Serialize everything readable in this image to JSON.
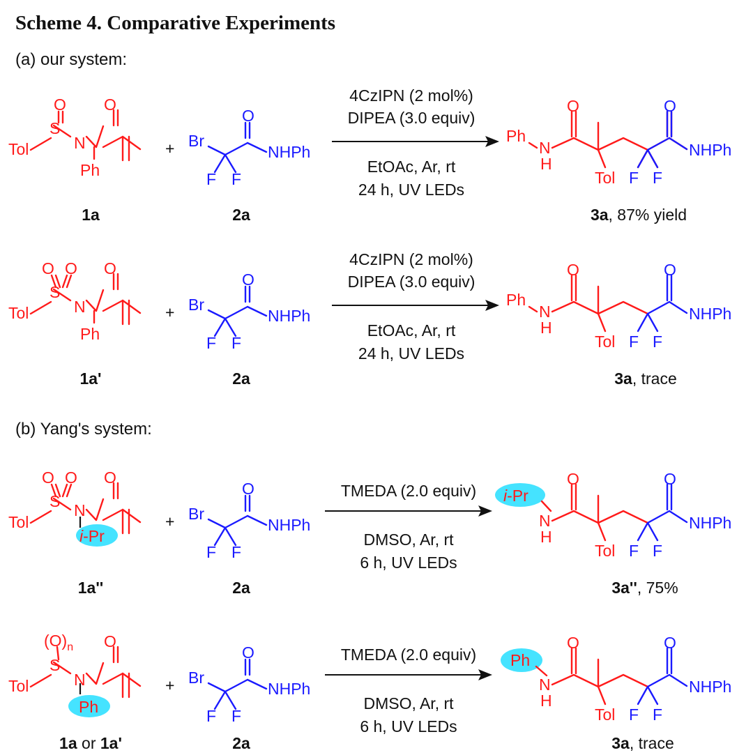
{
  "title": "Scheme 4. Comparative Experiments",
  "section_a": "(a) our system:",
  "section_b": "(b) Yang's system:",
  "atoms": {
    "Tol": "Tol",
    "S": "S",
    "O": "O",
    "N": "N",
    "Ph": "Ph",
    "Br": "Br",
    "F": "F",
    "NHPh": "NHPh",
    "H": "H",
    "iPr_i": "i",
    "iPr_rest": "-Pr",
    "On": "(O)",
    "n": "n",
    "plus": "+"
  },
  "rows": [
    {
      "cond1": "4CzIPN (2 mol%)",
      "cond2": "DIPEA (3.0 equiv)",
      "cond3": "EtOAc, Ar, rt",
      "cond4": "24 h, UV LEDs",
      "sm_label_bold": "1a",
      "sm_label_mid": "",
      "sm_label_bold2": "",
      "reagent_label": "2a",
      "prod_label_bold": "3a",
      "prod_label_rest": ", 87% yield"
    },
    {
      "cond1": "4CzIPN (2 mol%)",
      "cond2": "DIPEA (3.0 equiv)",
      "cond3": "EtOAc, Ar, rt",
      "cond4": "24 h, UV LEDs",
      "sm_label_bold": "1a'",
      "sm_label_mid": "",
      "sm_label_bold2": "",
      "reagent_label": "2a",
      "prod_label_bold": "3a",
      "prod_label_rest": ", trace"
    },
    {
      "cond1": "TMEDA (2.0 equiv)",
      "cond2": "",
      "cond3": "DMSO, Ar, rt",
      "cond4": "6 h, UV LEDs",
      "sm_label_bold": "1a''",
      "sm_label_mid": "",
      "sm_label_bold2": "",
      "reagent_label": "2a",
      "prod_label_bold": "3a''",
      "prod_label_rest": ", 75%"
    },
    {
      "cond1": "TMEDA (2.0 equiv)",
      "cond2": "",
      "cond3": "DMSO, Ar, rt",
      "cond4": "6 h, UV LEDs",
      "sm_label_bold": "1a",
      "sm_label_mid": " or ",
      "sm_label_bold2": "1a'",
      "reagent_label": "2a",
      "prod_label_bold": "3a",
      "prod_label_rest": ", trace"
    }
  ],
  "colors": {
    "red": "#ff1a1a",
    "blue": "#1a1aff",
    "highlight": "#45e3ff",
    "text": "#111111"
  }
}
